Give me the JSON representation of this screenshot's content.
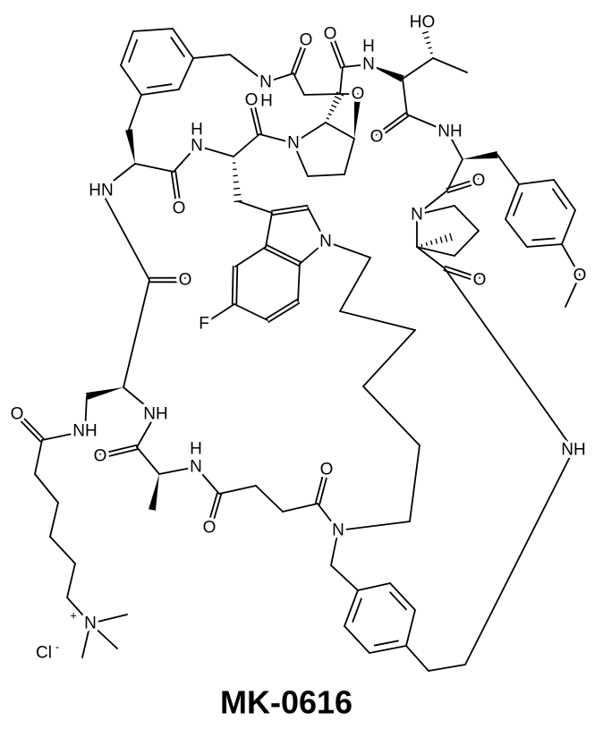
{
  "compound_name": "MK-0616",
  "atoms": [
    "HO",
    "O",
    "O",
    "N",
    "H",
    "N",
    "H",
    "O",
    "O",
    "N",
    "H",
    "HN",
    "O",
    "N",
    "O",
    "NH",
    "O",
    "N",
    "N",
    "O",
    "O",
    "O",
    "F",
    "NH",
    "NH",
    "O",
    "O",
    "N",
    "H",
    "O",
    "O",
    "N",
    "NH",
    "N",
    "Cl"
  ],
  "charges": {
    "ammonium": "+",
    "chloride": "-"
  },
  "colors": {
    "ink": "#000000",
    "background": "#ffffff"
  }
}
